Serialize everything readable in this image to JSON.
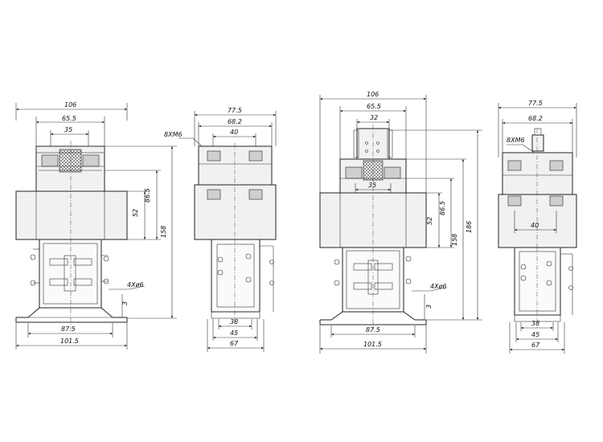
{
  "colors": {
    "line": "#222222",
    "body_fill": "#f1f1f1",
    "background": "#ffffff"
  },
  "views": {
    "a_front": {
      "w_total": "106",
      "w_inner": "65.5",
      "w_terminal": "35",
      "h_a": "86.5",
      "h_b": "52",
      "h_total": "158",
      "holes": "4Xø6",
      "tab": "3",
      "base_inner": "87.5",
      "base_outer": "101.5"
    },
    "a_side": {
      "w_total": "77.5",
      "w_inner": "68.2",
      "w_terminal": "40",
      "thread": "8XM6",
      "w_coil": "38",
      "w_mid": "45",
      "w_base": "67"
    },
    "b_front": {
      "w_total": "106",
      "w_inner": "65.5",
      "w_top": "32",
      "w_terminal": "35",
      "h_a": "86.5",
      "h_b": "52",
      "h_c": "158",
      "h_total": "186",
      "holes": "4Xø6",
      "tab": "3",
      "base_inner": "87.5",
      "base_outer": "101.5"
    },
    "b_side": {
      "w_total": "77.5",
      "w_inner": "68.2",
      "thread": "8XM6",
      "w_terminal": "40",
      "w_coil": "38",
      "w_mid": "45",
      "w_base": "67"
    }
  }
}
